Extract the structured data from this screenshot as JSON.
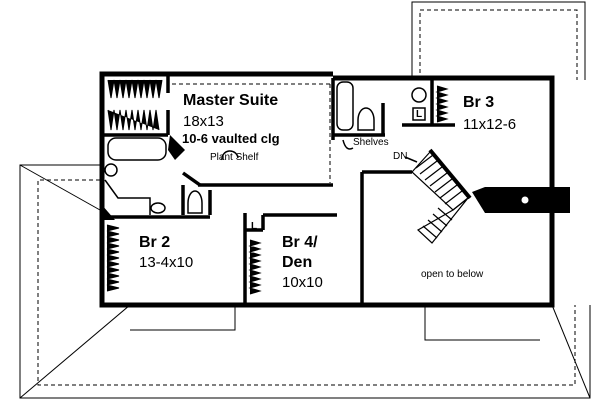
{
  "rooms": {
    "master": {
      "name": "Master Suite",
      "size": "18x13",
      "ceiling": "10-6 vaulted clg"
    },
    "br3": {
      "name": "Br 3",
      "size": "11x12-6"
    },
    "br2": {
      "name": "Br 2",
      "size": "13-4x10"
    },
    "br4": {
      "name_line1": "Br 4/",
      "name_line2": "Den",
      "size": "10x10"
    }
  },
  "notes": {
    "plant_shelf": "Plant Shelf",
    "shelves": "Shelves",
    "stairs_down": "DN",
    "open_to_below": "open to below",
    "linen": "L"
  },
  "colors": {
    "wall": "#000000",
    "background": "#ffffff"
  }
}
